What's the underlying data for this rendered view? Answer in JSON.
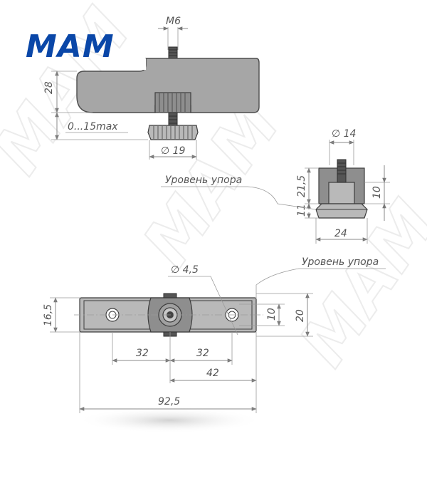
{
  "brand": {
    "logo_text": "MAM",
    "logo_color": "#0a47a8",
    "watermark_text": "MAM"
  },
  "dimensions": {
    "m6": "M6",
    "d28": "28",
    "range": "0...15max",
    "dia19": "∅ 19",
    "dia14": "∅ 14",
    "d21_5": "21,5",
    "d11": "11",
    "d10_side": "10",
    "d24": "24",
    "dia4_5": "∅ 4,5",
    "d16_5": "16,5",
    "d20": "20",
    "d10_bottom": "10",
    "d32_left": "32",
    "d32_right": "32",
    "d42": "42",
    "d92_5": "92,5"
  },
  "labels": {
    "stop_level_side": "Уровень упора",
    "stop_level_bottom": "Уровень упора"
  },
  "colors": {
    "part_gray": "#8e8e8e",
    "body_gray": "#a6a6a6",
    "line": "#888888"
  }
}
